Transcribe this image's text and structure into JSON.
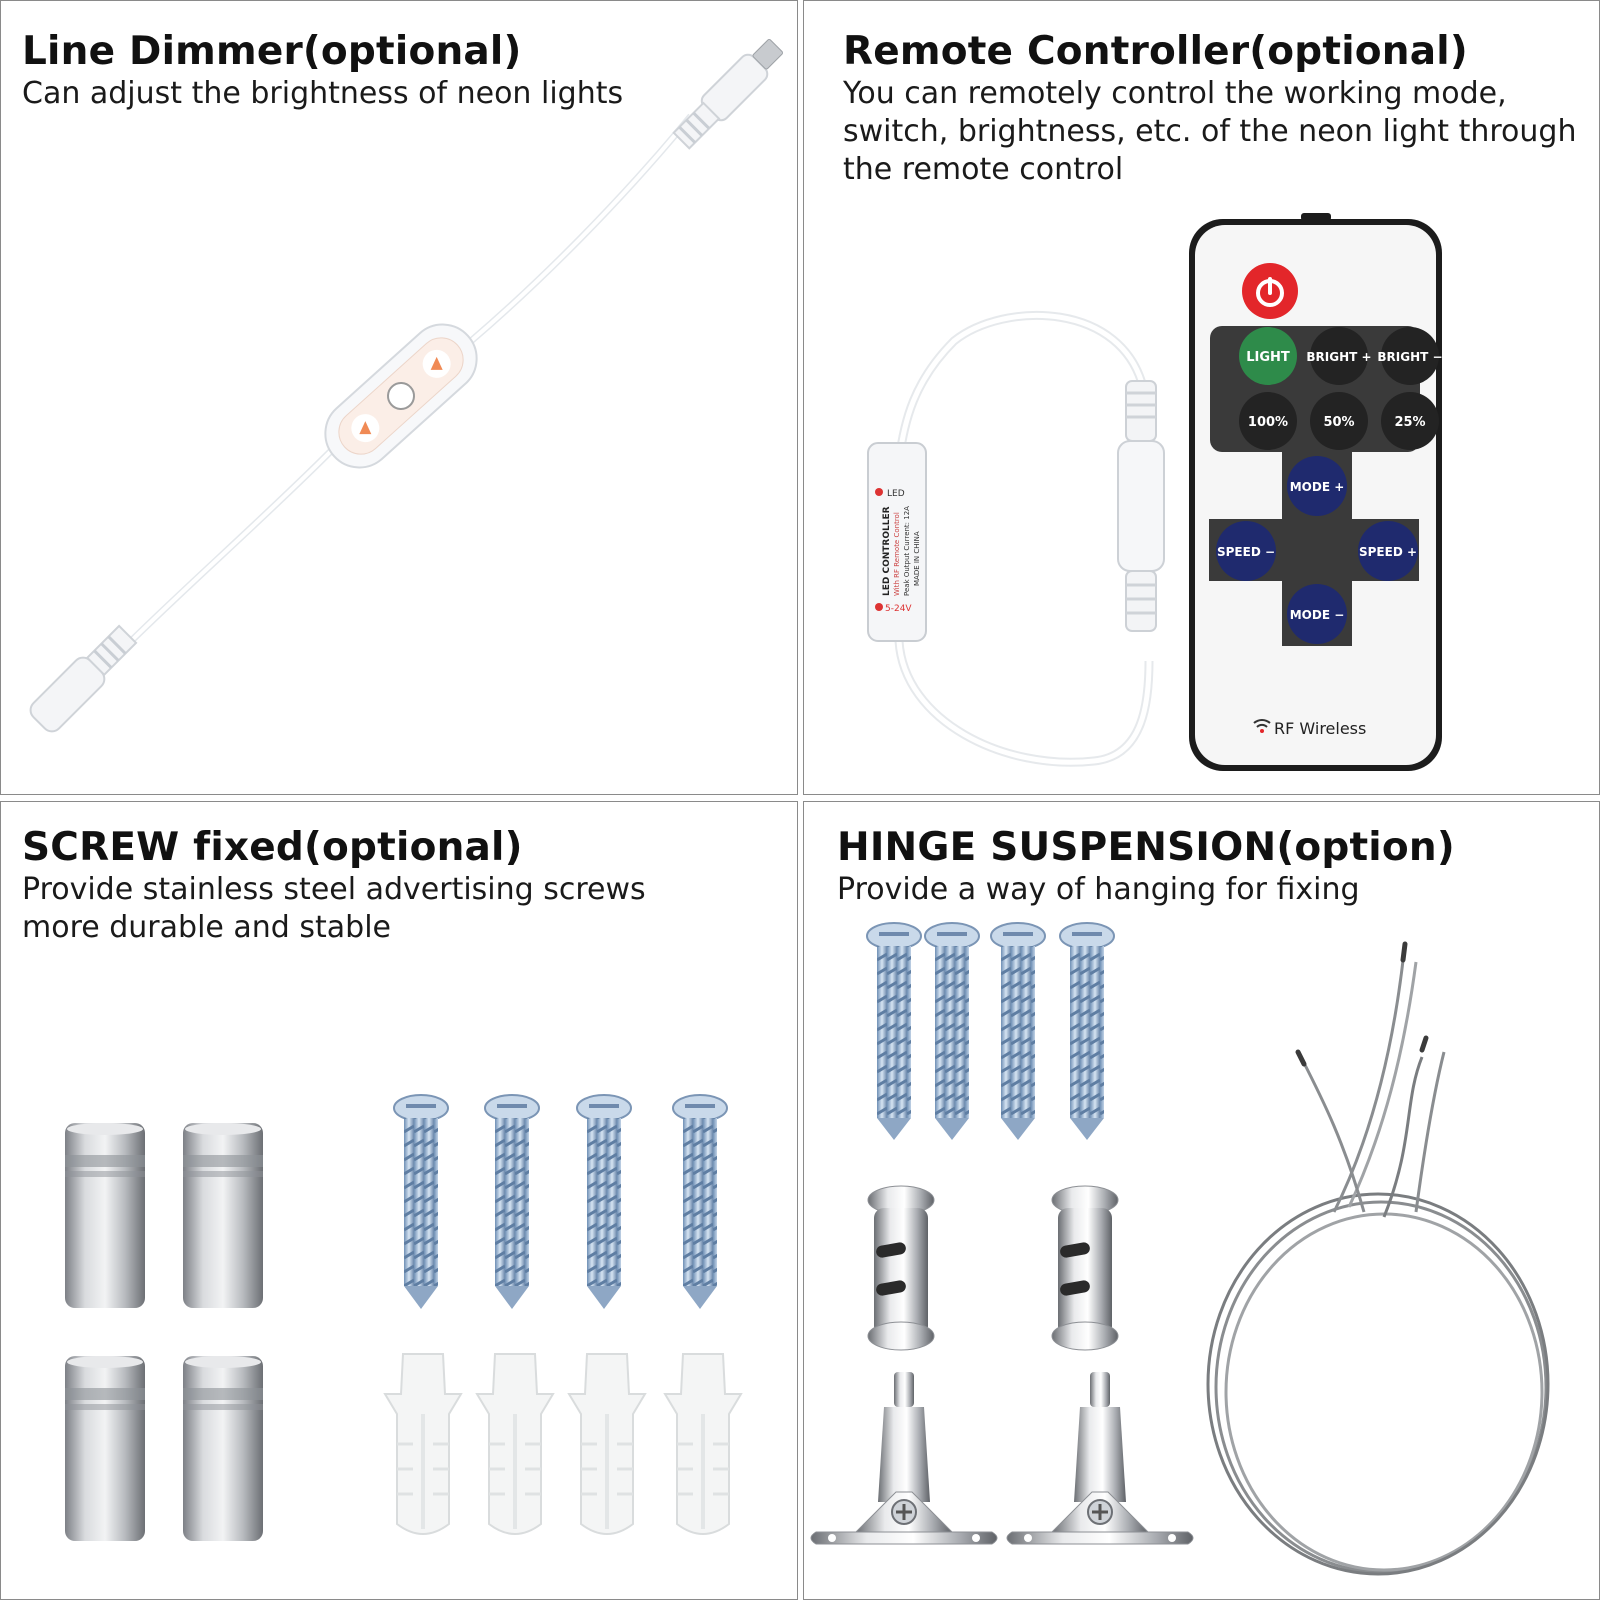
{
  "panels": {
    "line_dimmer": {
      "title": "Line Dimmer(optional)",
      "description": [
        "Can adjust the brightness of neon lights"
      ]
    },
    "remote_controller": {
      "title": "Remote Controller(optional)",
      "description": [
        "You can remotely control the working mode,",
        "switch, brightness, etc. of the neon light through",
        "the remote control"
      ],
      "controller_label": {
        "led": "LED",
        "name": "LED CONTROLLER",
        "sub": "With RF Remote Control",
        "current": "Peak Output Current: 12A",
        "made": "MADE IN CHINA",
        "voltage": "5-24V"
      },
      "remote": {
        "buttons": {
          "light": "LIGHT",
          "bright_plus": "BRIGHT +",
          "bright_minus": "BRIGHT −",
          "p100": "100%",
          "p50": "50%",
          "p25": "25%",
          "mode_plus": "MODE +",
          "mode_minus": "MODE −",
          "speed_minus": "SPEED −",
          "speed_plus": "SPEED +"
        },
        "footer": "RF Wireless"
      }
    },
    "screw_fixed": {
      "title": "SCREW fixed(optional)",
      "description": [
        "Provide stainless steel advertising screws",
        "more durable and stable"
      ]
    },
    "hinge_suspension": {
      "title": "HINGE SUSPENSION(option)",
      "description": [
        "Provide a way of hanging for fixing"
      ]
    }
  },
  "colors": {
    "power_red": "#e3262a",
    "light_green": "#2e8b4a",
    "button_dark": "#2b2b2b",
    "button_navy": "#1f2a6e",
    "arrow_orange": "#f08a55",
    "metal": "#b9bcc0",
    "screw_blue": "#a9c4e0"
  }
}
